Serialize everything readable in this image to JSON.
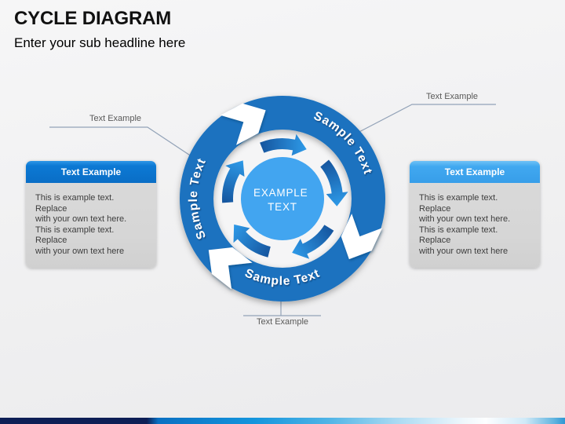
{
  "slide": {
    "title": "CYCLE DIAGRAM",
    "subtitle": "Enter your sub headline here"
  },
  "diagram": {
    "center": {
      "line1": "EXAMPLE",
      "line2": "TEXT"
    },
    "ring_labels": [
      {
        "position": "top-right",
        "text": "Sample Text"
      },
      {
        "position": "left",
        "text": "Sample Text"
      },
      {
        "position": "bottom",
        "text": "Sample Text"
      }
    ],
    "arrow_count": 5,
    "flow_direction": "clockwise",
    "colors": {
      "ring": "#1a72bf",
      "inner_annulus": "#f5f5f6",
      "center_circle": "#42a5f0",
      "arrow_gradient_start": "#15549d",
      "arrow_gradient_end": "#2e9ae8",
      "notch": "#ffffff"
    }
  },
  "callouts": [
    {
      "position": "top-left",
      "label": "Text Example"
    },
    {
      "position": "top-right",
      "label": "Text Example"
    },
    {
      "position": "bottom",
      "label": "Text Example"
    }
  ],
  "boxes": [
    {
      "side": "left",
      "title": "Text Example",
      "header_color": "#0b79d3",
      "body": "This is example text. Replace\nwith your own text here.\nThis is example text. Replace\nwith your own text here"
    },
    {
      "side": "right",
      "title": "Text Example",
      "header_color": "#41a8f0",
      "body": "This is example text. Replace\nwith your own text here.\nThis is example text. Replace\nwith your own text here"
    }
  ],
  "footer": {
    "bar_colors": [
      "#0d1e55",
      "#0a70c2",
      "#1495dd",
      "#a8d9f2",
      "#fdfeff",
      "#2f97d3"
    ]
  }
}
